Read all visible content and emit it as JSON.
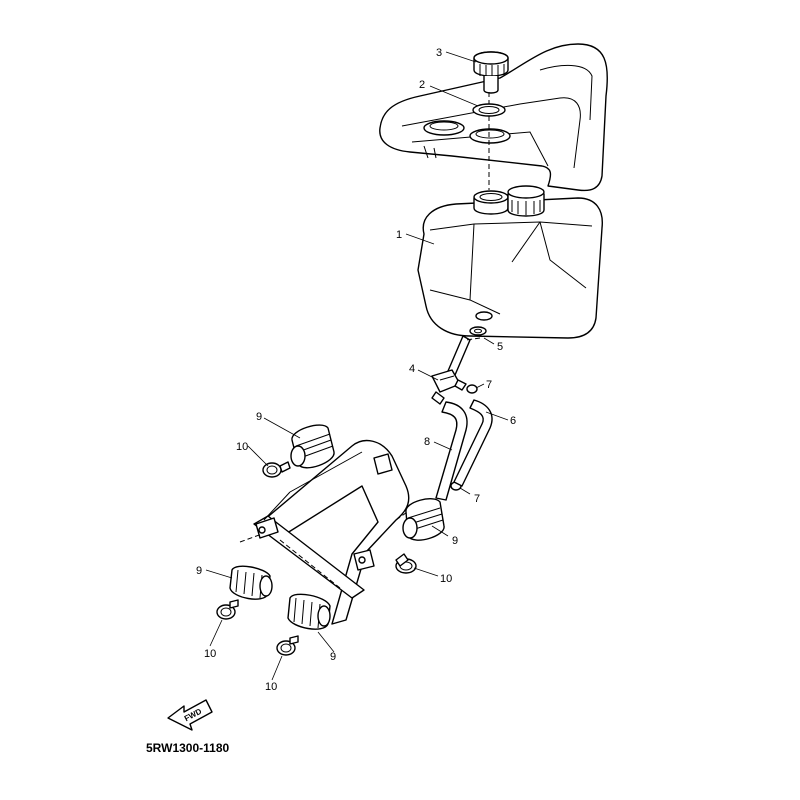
{
  "diagram": {
    "drawing_code": "5RW1300-1180",
    "direction_label": "FWD",
    "callouts": [
      {
        "id": "c3",
        "text": "3"
      },
      {
        "id": "c2",
        "text": "2"
      },
      {
        "id": "c1",
        "text": "1"
      },
      {
        "id": "c5",
        "text": "5"
      },
      {
        "id": "c4",
        "text": "4"
      },
      {
        "id": "c7a",
        "text": "7"
      },
      {
        "id": "c6",
        "text": "6"
      },
      {
        "id": "c8",
        "text": "8"
      },
      {
        "id": "c7b",
        "text": "7"
      },
      {
        "id": "c9a",
        "text": "9"
      },
      {
        "id": "c10a",
        "text": "10"
      },
      {
        "id": "c9b",
        "text": "9"
      },
      {
        "id": "c10b",
        "text": "10"
      },
      {
        "id": "c9c",
        "text": "9"
      },
      {
        "id": "c10c",
        "text": "10"
      },
      {
        "id": "c9d",
        "text": "9"
      },
      {
        "id": "c10d",
        "text": "10"
      }
    ]
  }
}
